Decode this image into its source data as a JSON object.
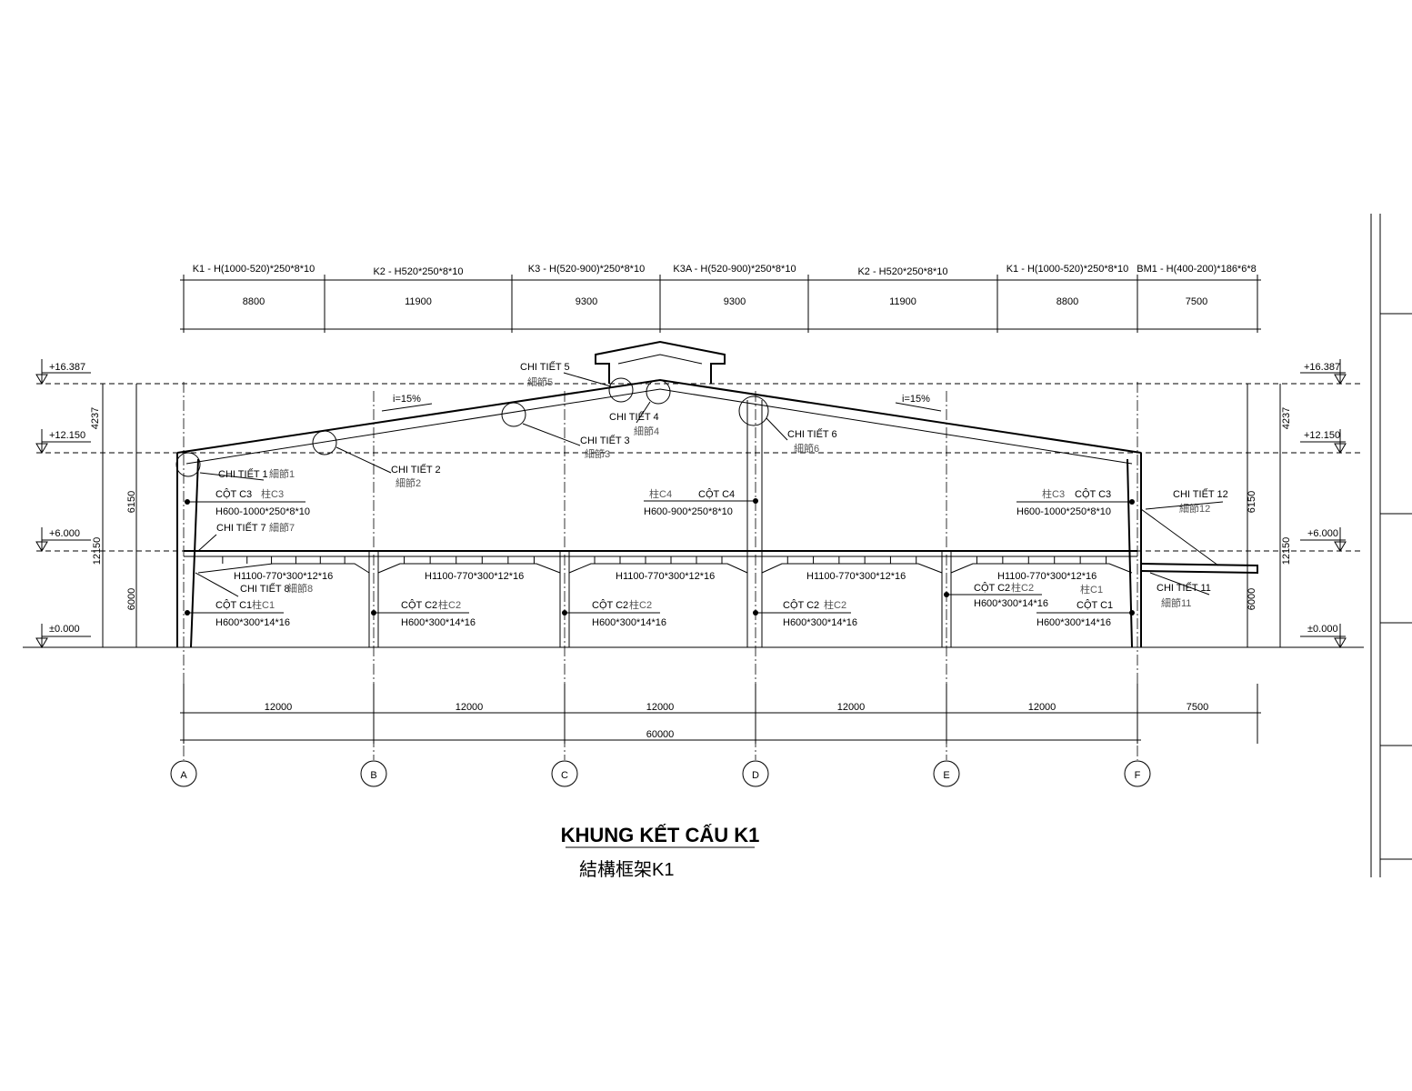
{
  "top_dims": [
    {
      "label": "K1 - H(1000-520)*250*8*10",
      "value": "8800"
    },
    {
      "label": "K2 - H520*250*8*10",
      "value": "11900"
    },
    {
      "label": "K3 - H(520-900)*250*8*10",
      "value": "9300"
    },
    {
      "label": "K3A - H(520-900)*250*8*10",
      "value": "9300"
    },
    {
      "label": "K2 - H520*250*8*10",
      "value": "11900"
    },
    {
      "label": "K1 - H(1000-520)*250*8*10",
      "value": "8800"
    },
    {
      "label": "BM1 - H(400-200)*186*6*8",
      "value": "7500"
    }
  ],
  "levels": [
    "+16.387",
    "+12.150",
    "+6.000",
    "±0.000"
  ],
  "side_dims": [
    "4237",
    "6150",
    "6000",
    "12150"
  ],
  "slopes": [
    "i=15%",
    "i=15%"
  ],
  "details": {
    "d1": {
      "vn": "CHI TIẾT 1",
      "cn": "細節1"
    },
    "d2": {
      "vn": "CHI TIẾT 2",
      "cn": "細節2"
    },
    "d3": {
      "vn": "CHI TIẾT 3",
      "cn": "細節3"
    },
    "d4": {
      "vn": "CHI TIẾT 4",
      "cn": "細節4"
    },
    "d5": {
      "vn": "CHI TIẾT 5",
      "cn": "細節5"
    },
    "d6": {
      "vn": "CHI TIẾT 6",
      "cn": "細節6"
    },
    "d7": {
      "vn": "CHI TIẾT 7",
      "cn": "細節7"
    },
    "d8": {
      "vn": "CHI TIẾT 8",
      "cn": "細節8"
    },
    "d11": {
      "vn": "CHI TIẾT 11",
      "cn": "細節11"
    },
    "d12": {
      "vn": "CHI TIẾT 12",
      "cn": "細節12"
    }
  },
  "columns": {
    "c3_left": {
      "vn": "CỘT C3",
      "cn": "柱C3",
      "section": "H600-1000*250*8*10"
    },
    "c4": {
      "vn": "CỘT C4",
      "cn": "柱C4",
      "section": "H600-900*250*8*10"
    },
    "c3_right": {
      "vn": "CỘT C3",
      "cn": "柱C3",
      "section": "H600-1000*250*8*10"
    },
    "c1_left": {
      "vn": "CỘT C1",
      "cn": "柱C1",
      "section": "H600*300*14*16"
    },
    "c2_b": {
      "vn": "CỘT C2",
      "cn": "柱C2",
      "section": "H600*300*14*16"
    },
    "c2_c": {
      "vn": "CỘT C2",
      "cn": "柱C2",
      "section": "H600*300*14*16"
    },
    "c2_d": {
      "vn": "CỘT C2",
      "cn": "柱C2",
      "section": "H600*300*14*16"
    },
    "c2_e": {
      "vn": "CỘT C2",
      "cn": "柱C2",
      "section": "H600*300*14*16"
    },
    "c1_right": {
      "vn": "CỘT C1",
      "cn": "柱C1",
      "section": "H600*300*14*16"
    }
  },
  "beams": [
    "H1100-770*300*12*16",
    "H1100-770*300*12*16",
    "H1100-770*300*12*16",
    "H1100-770*300*12*16",
    "H1100-770*300*12*16"
  ],
  "bottom_dims": [
    "12000",
    "12000",
    "12000",
    "12000",
    "12000",
    "7500"
  ],
  "total_dim": "60000",
  "grid_axes": [
    "A",
    "B",
    "C",
    "D",
    "E",
    "F"
  ],
  "title": "KHUNG KẾT CẤU K1",
  "subtitle": "結構框架K1"
}
